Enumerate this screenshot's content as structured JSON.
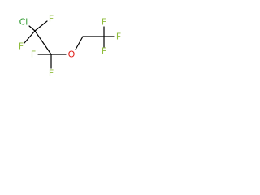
{
  "colors": {
    "background": "#ffffff",
    "bond": "#000000",
    "F": "#8fbc3c",
    "Cl": "#2e9a2e",
    "O": "#e0201b"
  },
  "molecule": {
    "atoms": [
      {
        "id": "cl1",
        "element": "Cl",
        "label": "Cl"
      },
      {
        "id": "f1",
        "element": "F",
        "label": "F"
      },
      {
        "id": "f2",
        "element": "F",
        "label": "F"
      },
      {
        "id": "f3",
        "element": "F",
        "label": "F"
      },
      {
        "id": "f4",
        "element": "F",
        "label": "F"
      },
      {
        "id": "o1",
        "element": "O",
        "label": "O"
      },
      {
        "id": "f5",
        "element": "F",
        "label": "F"
      },
      {
        "id": "f6",
        "element": "F",
        "label": "F"
      },
      {
        "id": "f7",
        "element": "F",
        "label": "F"
      }
    ]
  }
}
